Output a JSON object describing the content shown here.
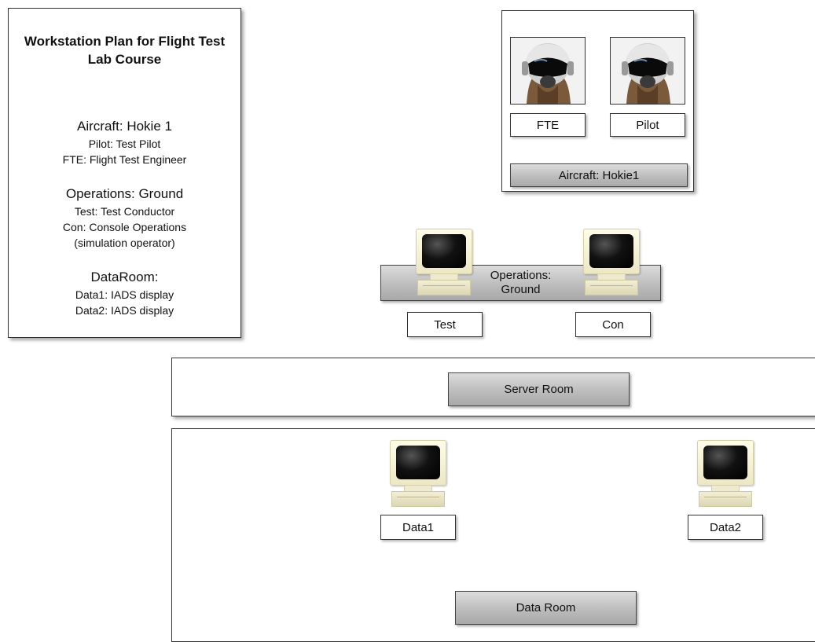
{
  "info_panel": {
    "title": "Workstation Plan for Flight Test Lab Course",
    "aircraft_heading": "Aircraft:  Hokie 1",
    "aircraft_lines": [
      "Pilot:  Test Pilot",
      "FTE:  Flight Test Engineer"
    ],
    "operations_heading": "Operations:  Ground",
    "operations_lines": [
      "Test:  Test Conductor",
      "Con:  Console Operations",
      "(simulation operator)"
    ],
    "dataroom_heading": "DataRoom:",
    "dataroom_lines": [
      "Data1:  IADS display",
      "Data2:  IADS display"
    ]
  },
  "aircraft": {
    "crew": [
      {
        "label": "FTE",
        "icon": "helmeted-pilot-photo"
      },
      {
        "label": "Pilot",
        "icon": "helmeted-pilot-photo"
      }
    ],
    "bar_label": "Aircraft:  Hokie1"
  },
  "operations": {
    "bar_label_line1": "Operations:",
    "bar_label_line2": "Ground",
    "stations": [
      {
        "label": "Test",
        "icon": "computer-monitor-icon"
      },
      {
        "label": "Con",
        "icon": "computer-monitor-icon"
      }
    ]
  },
  "server_room": {
    "label": "Server Room"
  },
  "data_room": {
    "label": "Data Room",
    "stations": [
      {
        "label": "Data1",
        "icon": "computer-monitor-icon"
      },
      {
        "label": "Data2",
        "icon": "computer-monitor-icon"
      }
    ]
  },
  "colors": {
    "bar_grey": "#bdbdbd",
    "monitor_beige": "#f3efd6",
    "border": "#333333"
  }
}
